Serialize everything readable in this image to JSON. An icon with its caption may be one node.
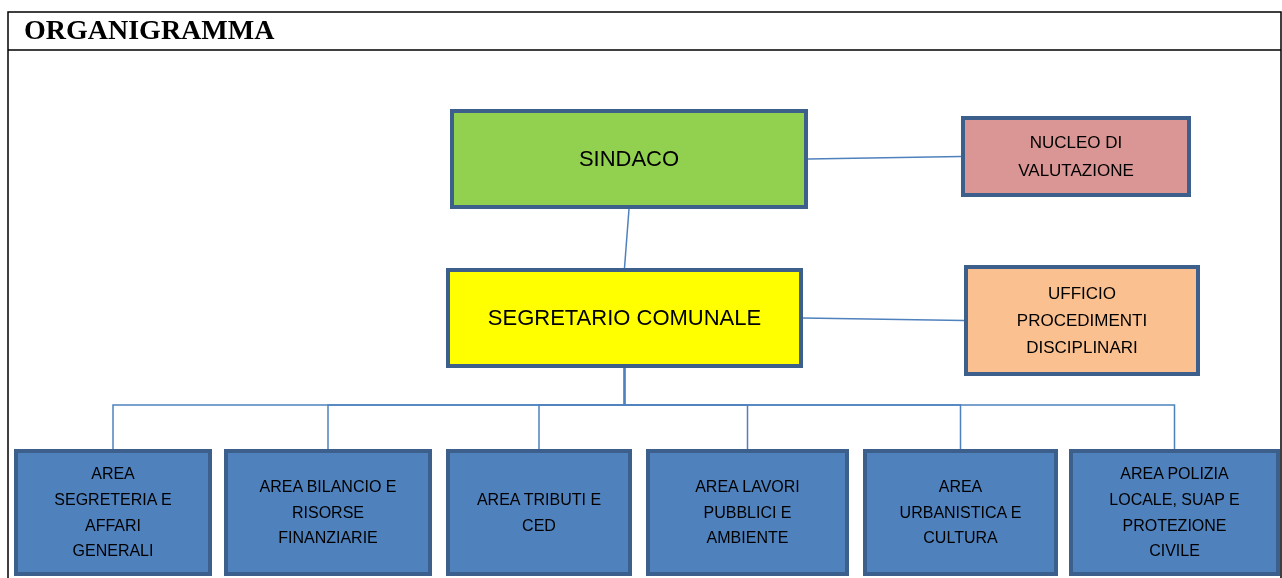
{
  "diagram": {
    "title": "ORGANIGRAMMA",
    "nodes": [
      {
        "text": [
          "SINDACO"
        ]
      },
      {
        "text": [
          "NUCLEO DI VALUTAZIONE"
        ]
      },
      {
        "text": [
          "SEGRETARIO COMUNALE"
        ]
      },
      {
        "text": [
          "UFFICIO PROCEDIMENTI DISCIPLINARI"
        ]
      },
      {
        "text": [
          "AREA SEGRETERIA E AFFARI GENERALI"
        ]
      },
      {
        "text": [
          "AREA BILANCIO E RISORSE FINANZIARIE"
        ]
      },
      {
        "text": [
          "AREA TRIBUTI E CED"
        ]
      },
      {
        "text": [
          "AREA LAVORI PUBBLICI E AMBIENTE"
        ]
      },
      {
        "text": [
          "AREA URBANISTICA E CULTURA"
        ]
      },
      {
        "text": [
          "AREA POLIZIA LOCALE, SUAP E PROTEZIONE CIVILE"
        ]
      }
    ],
    "edges": [
      {
        "from": 0,
        "to": 1,
        "arrow": "none"
      },
      {
        "from": 0,
        "to": 2,
        "arrow": "none"
      },
      {
        "from": 2,
        "to": 3,
        "arrow": "none"
      },
      {
        "from": 2,
        "to": 4,
        "arrow": "none"
      },
      {
        "from": 2,
        "to": 5,
        "arrow": "none"
      },
      {
        "from": 2,
        "to": 6,
        "arrow": "none"
      },
      {
        "from": 2,
        "to": 7,
        "arrow": "none"
      },
      {
        "from": 2,
        "to": 8,
        "arrow": "none"
      },
      {
        "from": 2,
        "to": 9,
        "arrow": "none"
      }
    ]
  }
}
